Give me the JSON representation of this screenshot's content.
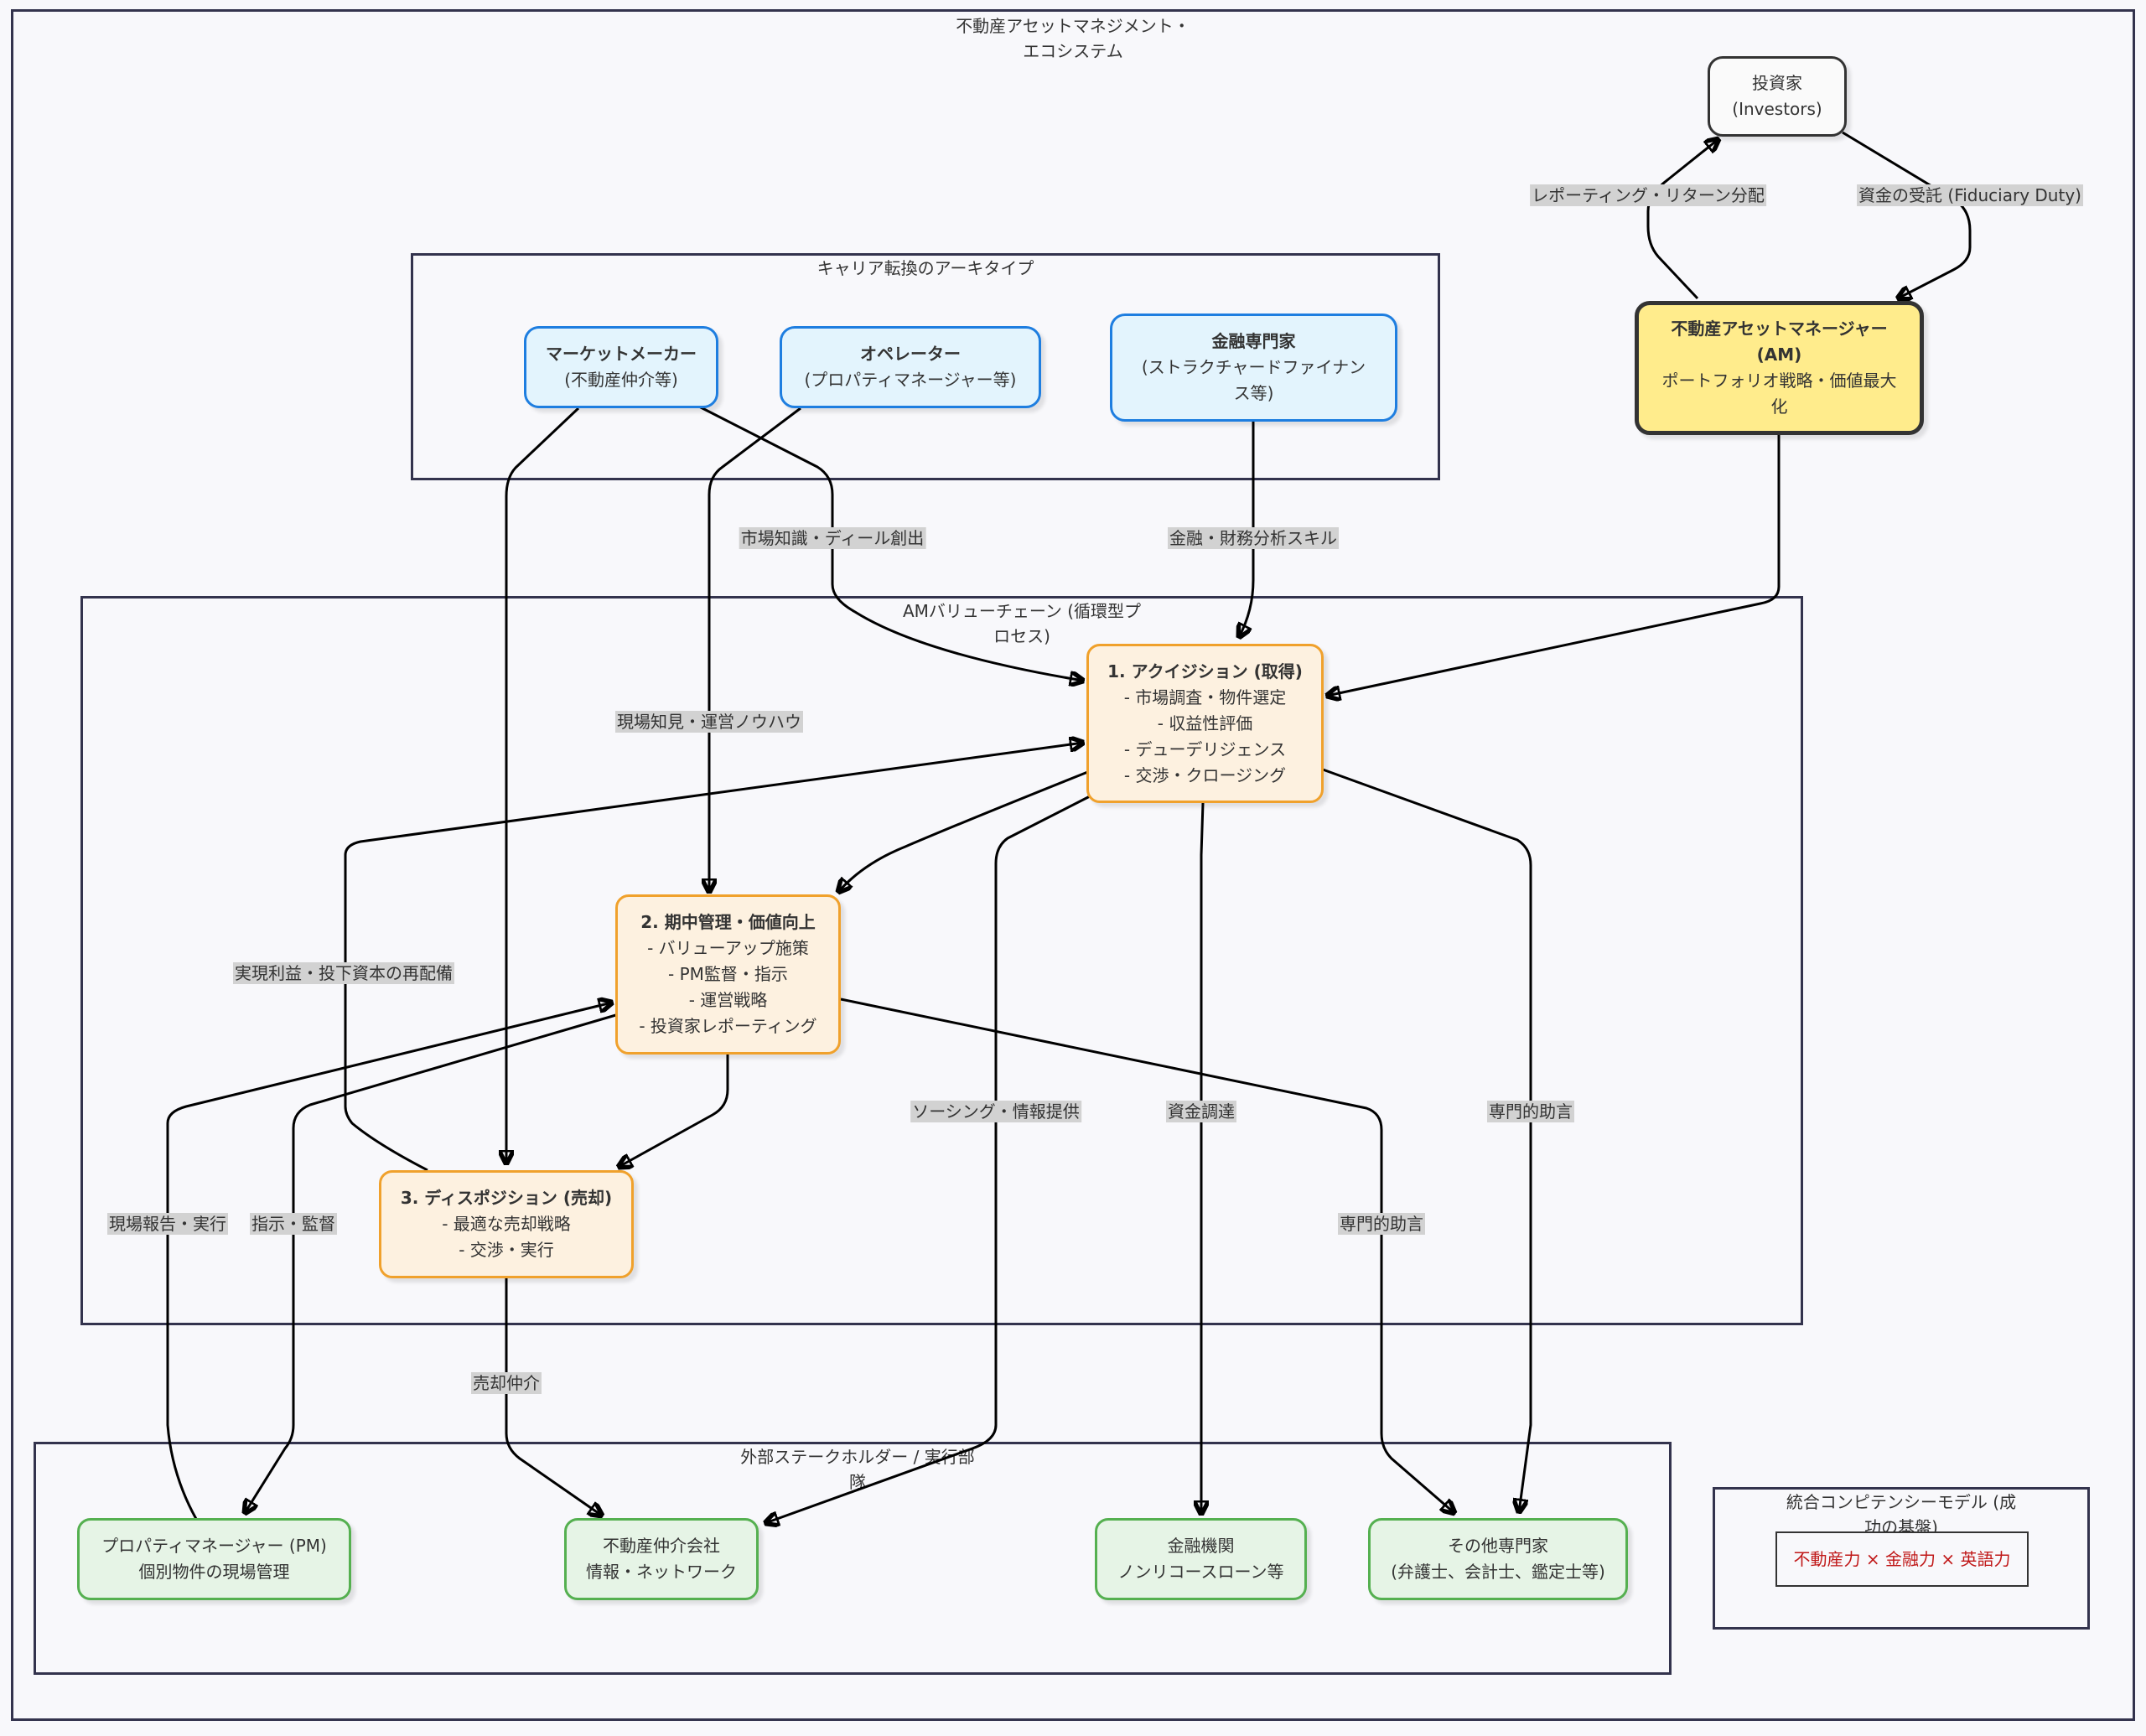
{
  "diagram": {
    "outer_title": [
      "不動産アセットマネジメント・",
      "エコシステム"
    ],
    "clusters": {
      "career": "キャリア転換のアーキタイプ",
      "value_chain": [
        "AMバリューチェーン (循環型プ",
        "ロセス)"
      ],
      "external": [
        "外部ステークホルダー / 実行部",
        "隊"
      ],
      "competency": [
        "統合コンピテンシーモデル (成",
        "功の基盤)"
      ]
    },
    "nodes": {
      "investors": [
        "投資家",
        "(Investors)"
      ],
      "am": {
        "title": [
          "不動産アセットマネージャー",
          "(AM)"
        ],
        "lines": [
          "ポートフォリオ戦略・価値最大",
          "化"
        ]
      },
      "market_maker": {
        "title": "マーケットメーカー",
        "lines": [
          "(不動産仲介等)"
        ]
      },
      "operator": {
        "title": "オペレーター",
        "lines": [
          "(プロパティマネージャー等)"
        ]
      },
      "finance_expert": {
        "title": "金融専門家",
        "lines": [
          "(ストラクチャードファイナン",
          "ス等)"
        ]
      },
      "acquisition": {
        "title": "1. アクイジション (取得)",
        "lines": [
          "- 市場調査・物件選定",
          "- 収益性評価",
          "- デューデリジェンス",
          "- 交渉・クロージング"
        ]
      },
      "management": {
        "title": "2. 期中管理・価値向上",
        "lines": [
          "- バリューアップ施策",
          "- PM監督・指示",
          "- 運営戦略",
          "- 投資家レポーティング"
        ]
      },
      "disposition": {
        "title": "3. ディスポジション (売却)",
        "lines": [
          "- 最適な売却戦略",
          "- 交渉・実行"
        ]
      },
      "pm": [
        "プロパティマネージャー (PM)",
        "個別物件の現場管理"
      ],
      "broker": [
        "不動産仲介会社",
        "情報・ネットワーク"
      ],
      "bank": [
        "金融機関",
        "ノンリコースローン等"
      ],
      "experts": [
        "その他専門家",
        "(弁護士、会計士、鑑定士等)"
      ],
      "competency": "不動産力 × 金融力 × 英語力"
    },
    "edge_labels": {
      "reporting": "レポーティング・リターン分配",
      "entrust": "資金の受託 (Fiduciary Duty)",
      "market_knowledge": "市場知識・ディール創出",
      "finance_skill": "金融・財務分析スキル",
      "field_knowhow": "現場知見・運営ノウハウ",
      "reinvest": "実現利益・投下資本の再配備",
      "sourcing": "ソーシング・情報提供",
      "funding": "資金調達",
      "advice1": "専門的助言",
      "advice2": "専門的助言",
      "field_report": "現場報告・実行",
      "instruct": "指示・監督",
      "sale_brokerage": "売却仲介"
    }
  }
}
